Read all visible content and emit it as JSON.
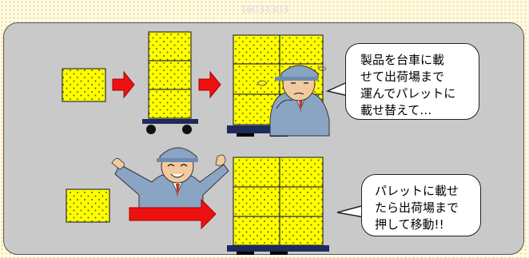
{
  "code": "16031303",
  "colors": {
    "box_fill": "#ffff00",
    "box_dots": "#666600",
    "arrow": "#ee1111",
    "cart": "#1f2a5a",
    "panel": "#c9c9c9",
    "background_dots": "#f5d77a",
    "worker_uniform": "#8aa4c4"
  },
  "scene_before": {
    "bubble_lines": [
      "製品を台車に載",
      "せて出荷場まで",
      "運んでパレットに",
      "載せ替えて…"
    ],
    "worker_mood": "tired",
    "flow": [
      "loose-box",
      "arrow",
      "boxes-on-cart",
      "arrow",
      "boxes-on-pallet"
    ]
  },
  "scene_after": {
    "bubble_lines": [
      "パレットに載せ",
      "たら出荷場まで",
      "押して移動!!"
    ],
    "worker_mood": "happy",
    "flow": [
      "loose-box",
      "long-arrow",
      "boxes-on-pallet"
    ]
  }
}
